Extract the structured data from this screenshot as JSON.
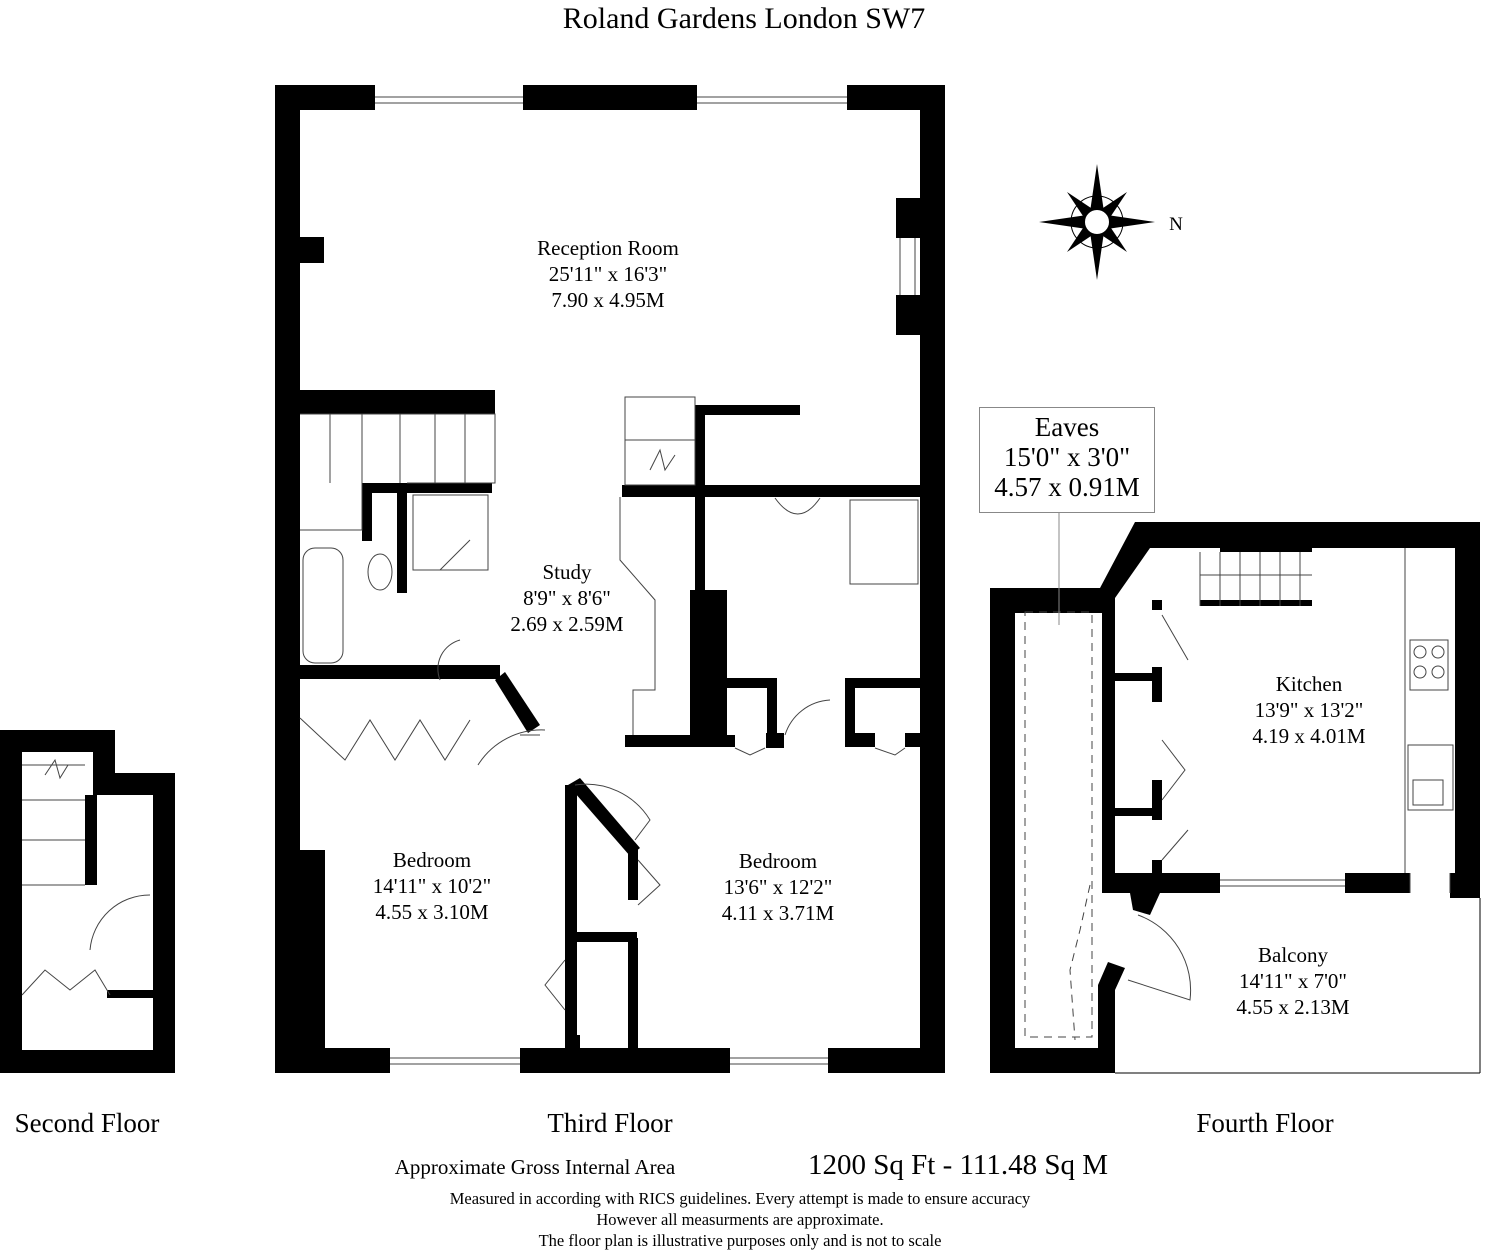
{
  "title": "Roland Gardens London SW7",
  "compass": {
    "label": "N"
  },
  "rooms": {
    "reception": {
      "name": "Reception Room",
      "imperial": "25'11\" x 16'3\"",
      "metric": "7.90 x 4.95M"
    },
    "study": {
      "name": "Study",
      "imperial": "8'9\" x 8'6\"",
      "metric": "2.69 x 2.59M"
    },
    "bedroom1": {
      "name": "Bedroom",
      "imperial": "14'11\" x 10'2\"",
      "metric": "4.55 x 3.10M"
    },
    "bedroom2": {
      "name": "Bedroom",
      "imperial": "13'6\" x 12'2\"",
      "metric": "4.11 x 3.71M"
    },
    "eaves": {
      "name": "Eaves",
      "imperial": "15'0\" x 3'0\"",
      "metric": "4.57 x 0.91M"
    },
    "kitchen": {
      "name": "Kitchen",
      "imperial": "13'9\" x 13'2\"",
      "metric": "4.19 x 4.01M"
    },
    "balcony": {
      "name": "Balcony",
      "imperial": "14'11\" x 7'0\"",
      "metric": "4.55 x 2.13M"
    }
  },
  "floors": {
    "second": "Second Floor",
    "third": "Third Floor",
    "fourth": "Fourth Floor"
  },
  "area": {
    "label": "Approximate Gross Internal Area",
    "value": "1200 Sq Ft - 111.48 Sq M"
  },
  "disclaimer": [
    "Measured in according with RICS guidelines. Every attempt is made to ensure accuracy",
    "However all measurments are approximate.",
    "The floor plan is illustrative purposes only and is not to scale"
  ]
}
